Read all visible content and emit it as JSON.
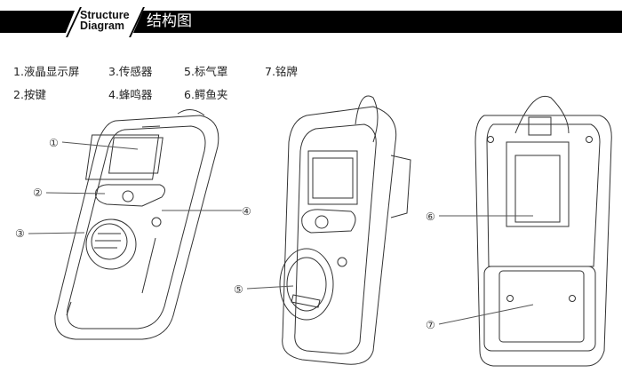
{
  "header": {
    "title_en_line1": "Structure",
    "title_en_line2": "Diagram",
    "title_zh": "结构图"
  },
  "legend": [
    {
      "label": "1.液晶显示屏"
    },
    {
      "label": "2.按键"
    },
    {
      "label": "3.传感器"
    },
    {
      "label": "4.蜂鸣器"
    },
    {
      "label": "5.标气罩"
    },
    {
      "label": "6.鳄鱼夹"
    },
    {
      "label": "7.铭牌"
    }
  ],
  "callouts": [
    "①",
    "②",
    "③",
    "④",
    "⑤",
    "⑥",
    "⑦"
  ]
}
